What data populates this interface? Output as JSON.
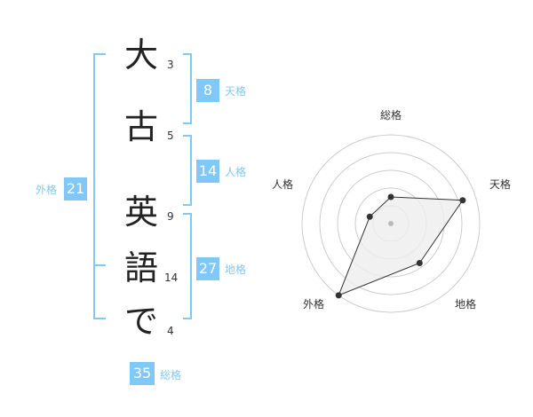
{
  "name_chars": [
    "大",
    "古",
    "英",
    "語",
    "で"
  ],
  "stroke_counts": [
    "3",
    "5",
    "9",
    "14",
    "4"
  ],
  "fortunes": {
    "tenkaku": {
      "value": "8",
      "label": "天格"
    },
    "jinkaku": {
      "value": "14",
      "label": "人格"
    },
    "chikaku": {
      "value": "27",
      "label": "地格"
    },
    "gaikaku": {
      "value": "21",
      "label": "外格"
    },
    "soukaku": {
      "value": "35",
      "label": "総格"
    }
  },
  "radar": {
    "axis_labels": [
      "総格",
      "天格",
      "地格",
      "外格",
      "人格"
    ],
    "levels": [
      0.3,
      0.85,
      0.55,
      1.0,
      0.25
    ],
    "colors": {
      "fill": "#eeeeee",
      "line": "#333333",
      "grid": "#cccccc",
      "dot": "#333333"
    }
  },
  "colors": {
    "accent": "#7fc8f8"
  }
}
